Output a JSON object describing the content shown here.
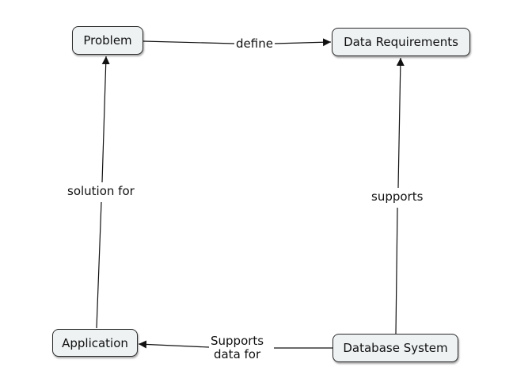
{
  "nodes": {
    "problem": "Problem",
    "data_requirements": "Data Requirements",
    "application": "Application",
    "database_system": "Database System"
  },
  "links": {
    "define": "define",
    "solution_for": "solution for",
    "supports": "supports",
    "supports_data_for_line1": "Supports",
    "supports_data_for_line2": "data for"
  },
  "colors": {
    "node_fill": "#eef2f3",
    "node_border": "#2b2b2b",
    "line": "#111111"
  }
}
